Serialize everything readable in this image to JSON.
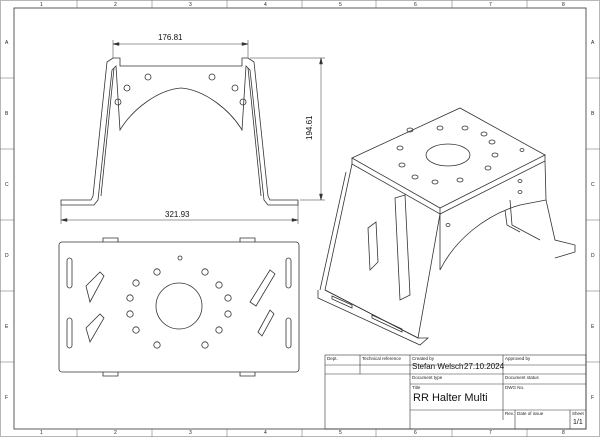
{
  "grid": {
    "columns": [
      "1",
      "2",
      "3",
      "4",
      "5",
      "6",
      "7",
      "8"
    ],
    "rows": [
      "A",
      "B",
      "C",
      "D",
      "E",
      "F"
    ]
  },
  "dimensions": {
    "top_width": "176.81",
    "height": "194.61",
    "overall_width": "321.93"
  },
  "title_block": {
    "dept_label": "Dept.",
    "tech_ref_label": "Technical reference",
    "created_by_label": "Created by",
    "created_by": "Stefan Welsch",
    "created_date": "27.10.2024",
    "approved_by_label": "Approved by",
    "doc_type_label": "Document type",
    "doc_status_label": "Document status",
    "title_label": "Title",
    "dwg_no_label": "DWG No.",
    "title": "RR Halter Multi",
    "rev_label": "Rev.",
    "date_of_issue_label": "Date of issue",
    "sheet_label": "Sheet",
    "sheet": "1/1"
  },
  "colors": {
    "line": "#333333",
    "background": "#ffffff"
  }
}
